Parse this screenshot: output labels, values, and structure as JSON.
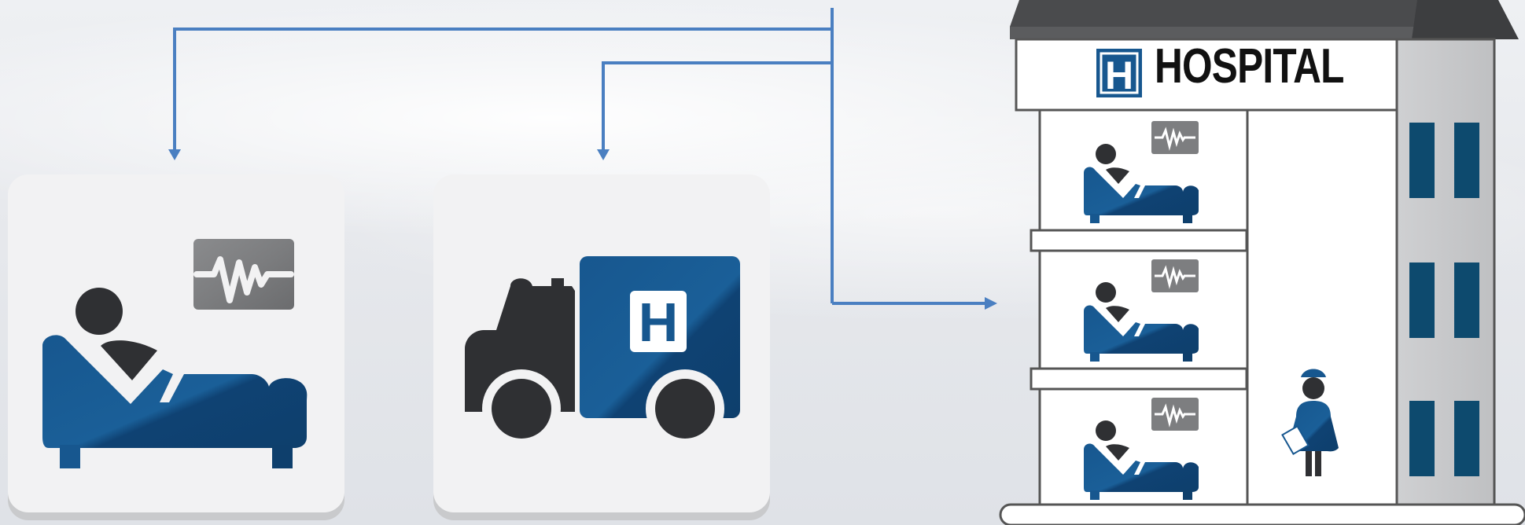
{
  "hospital": {
    "sign_letter": "H",
    "title": "HOSPITAL"
  },
  "ambulance": {
    "sign_letter": "H"
  },
  "icons": {
    "bed": "patient-bed-icon",
    "monitor": "heart-monitor-icon",
    "ambulance": "ambulance-icon",
    "hospital": "hospital-building-icon",
    "nurse": "nurse-icon"
  },
  "colors": {
    "blue": "#17578f",
    "dark_blue": "#0e3f6c",
    "charcoal": "#2f3033",
    "gray_monitor": "#7d7e80",
    "arrow": "#4a7fc1",
    "window": "#0d4a6e",
    "card": "#f2f2f3"
  }
}
